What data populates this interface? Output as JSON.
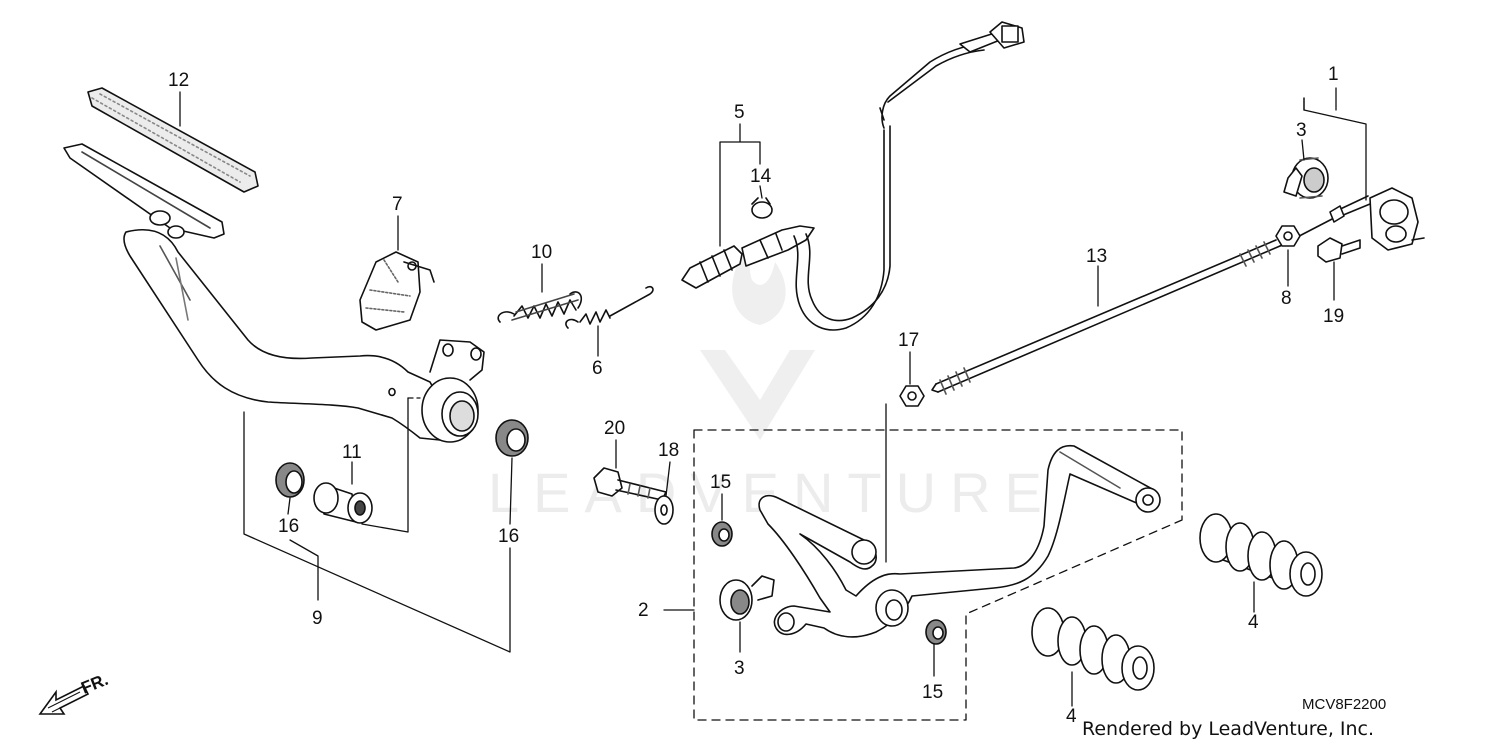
{
  "diagram": {
    "callouts": [
      "1",
      "2",
      "3",
      "3",
      "4",
      "4",
      "5",
      "6",
      "7",
      "8",
      "9",
      "10",
      "11",
      "12",
      "13",
      "14",
      "15",
      "15",
      "16",
      "16",
      "17",
      "18",
      "19",
      "20"
    ],
    "front_arrow_label": "FR.",
    "drawing_code": "MCV8F2200",
    "watermark": "LEADVENTURE",
    "credit": "Rendered by LeadVenture, Inc."
  },
  "colors": {
    "line": "#111111",
    "part_fill": "#ffffff",
    "shade": "#9a9a9a",
    "watermark": "#c9c9c9"
  }
}
